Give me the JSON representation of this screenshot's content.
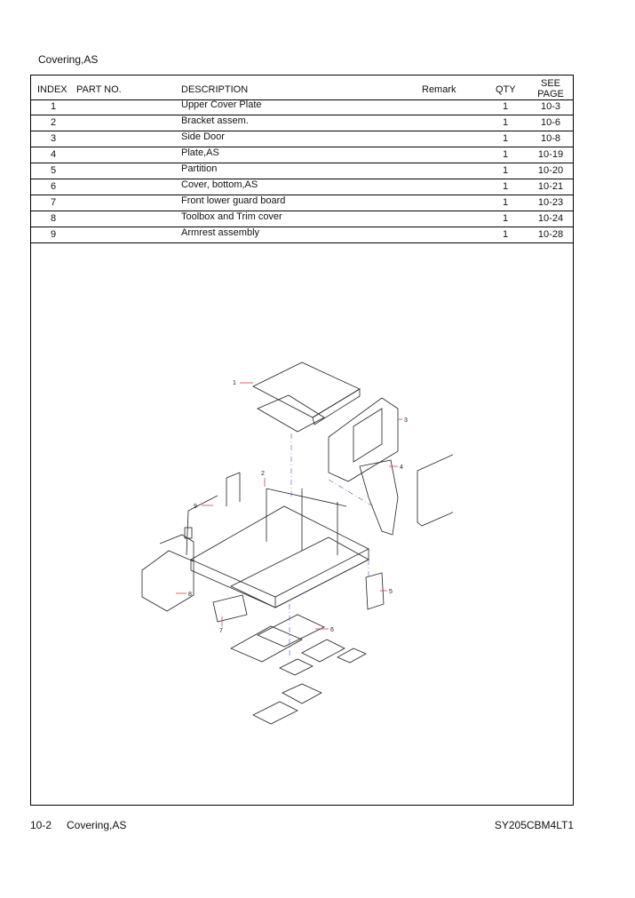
{
  "page_title": "Covering,AS",
  "table": {
    "headers": {
      "index": "INDEX",
      "part_no": "PART NO.",
      "description": "DESCRIPTION",
      "remark": "Remark",
      "qty": "QTY",
      "see": "SEE",
      "page": "PAGE"
    },
    "rows": [
      {
        "index": "1",
        "description": "Upper Cover Plate",
        "qty": "1",
        "page": "10-3"
      },
      {
        "index": "2",
        "description": "Bracket assem.",
        "qty": "1",
        "page": "10-6"
      },
      {
        "index": "3",
        "description": "Side Door",
        "qty": "1",
        "page": "10-8"
      },
      {
        "index": "4",
        "description": "Plate,AS",
        "qty": "1",
        "page": "10-19"
      },
      {
        "index": "5",
        "description": "Partition",
        "qty": "1",
        "page": "10-20"
      },
      {
        "index": "6",
        "description": "Cover, bottom,AS",
        "qty": "1",
        "page": "10-21"
      },
      {
        "index": "7",
        "description": "Front lower guard board",
        "qty": "1",
        "page": "10-23"
      },
      {
        "index": "8",
        "description": "Toolbox and Trim cover",
        "qty": "1",
        "page": "10-24"
      },
      {
        "index": "9",
        "description": "Armrest assembly",
        "qty": "1",
        "page": "10-28"
      }
    ]
  },
  "callouts": [
    "1",
    "2",
    "3",
    "4",
    "5",
    "6",
    "7",
    "8",
    "9"
  ],
  "footer": {
    "page_number": "10-2",
    "section": "Covering,AS",
    "model_code": "SY205CBM4LT1"
  },
  "colors": {
    "leader_line": "#d9242b",
    "center_line": "#4a5cc9"
  }
}
